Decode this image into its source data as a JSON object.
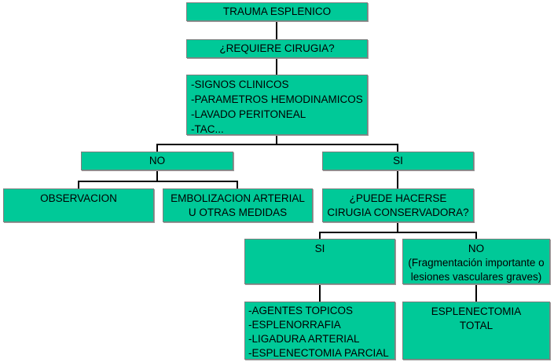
{
  "colors": {
    "node_fill": "#00C998",
    "node_border": "#7F7F7F",
    "connector": "#000000",
    "text": "#000000",
    "background": "#FFFFFF"
  },
  "nodes": {
    "trauma": {
      "label": "TRAUMA ESPLENICO"
    },
    "requiere_cirugia": {
      "label": "¿REQUIERE CIRUGIA?"
    },
    "criterios": {
      "lines": [
        "-SIGNOS CLINICOS",
        "-PARAMETROS HEMODINAMICOS",
        "-LAVADO PERITONEAL",
        "-TAC..."
      ]
    },
    "no_cirugia": {
      "label": "NO"
    },
    "si_cirugia": {
      "label": "SI"
    },
    "observacion": {
      "label": "OBSERVACION"
    },
    "embolizacion": {
      "lines": [
        "EMBOLIZACION ARTERIAL",
        "U OTRAS MEDIDAS"
      ]
    },
    "conservadora": {
      "lines": [
        "¿PUEDE HACERSE",
        "CIRUGIA CONSERVADORA?"
      ]
    },
    "si_conservadora": {
      "label": "SI"
    },
    "no_conservadora": {
      "lines": [
        "NO",
        "(Fragmentación importante o",
        "lesiones vasculares graves)"
      ]
    },
    "tecnicas_conservadoras": {
      "lines": [
        "-AGENTES TOPICOS",
        "-ESPLENORRAFIA",
        "-LIGADURA ARTERIAL",
        "-ESPLENECTOMIA PARCIAL"
      ]
    },
    "esplenectomia_total": {
      "lines": [
        "ESPLENECTOMIA",
        "TOTAL"
      ]
    }
  }
}
